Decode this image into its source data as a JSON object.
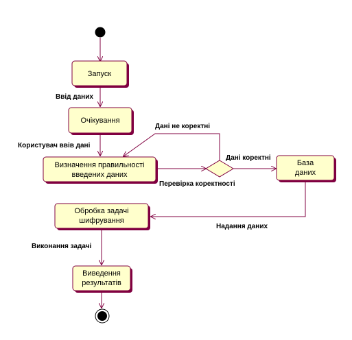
{
  "nodes": {
    "start": "Запуск",
    "waiting": "Очікування",
    "validate": [
      "Визначення правильності",
      "введених даних"
    ],
    "database": [
      "База",
      "даних"
    ],
    "process": [
      "Обробка задачі",
      "шифрування"
    ],
    "output": [
      "Виведення",
      "результатів"
    ]
  },
  "edges": {
    "data_input": "Ввід даних",
    "user_entered": "Користувач ввів дані",
    "data_incorrect": "Дані не коректні",
    "data_correct": "Дані коректні",
    "check_correctness": "Перевірка коректності",
    "data_provision": "Надання даних",
    "task_execution": "Виконання задачі"
  },
  "colors": {
    "fill": "#ffffcc",
    "stroke": "#800040",
    "terminal": "#000000"
  }
}
